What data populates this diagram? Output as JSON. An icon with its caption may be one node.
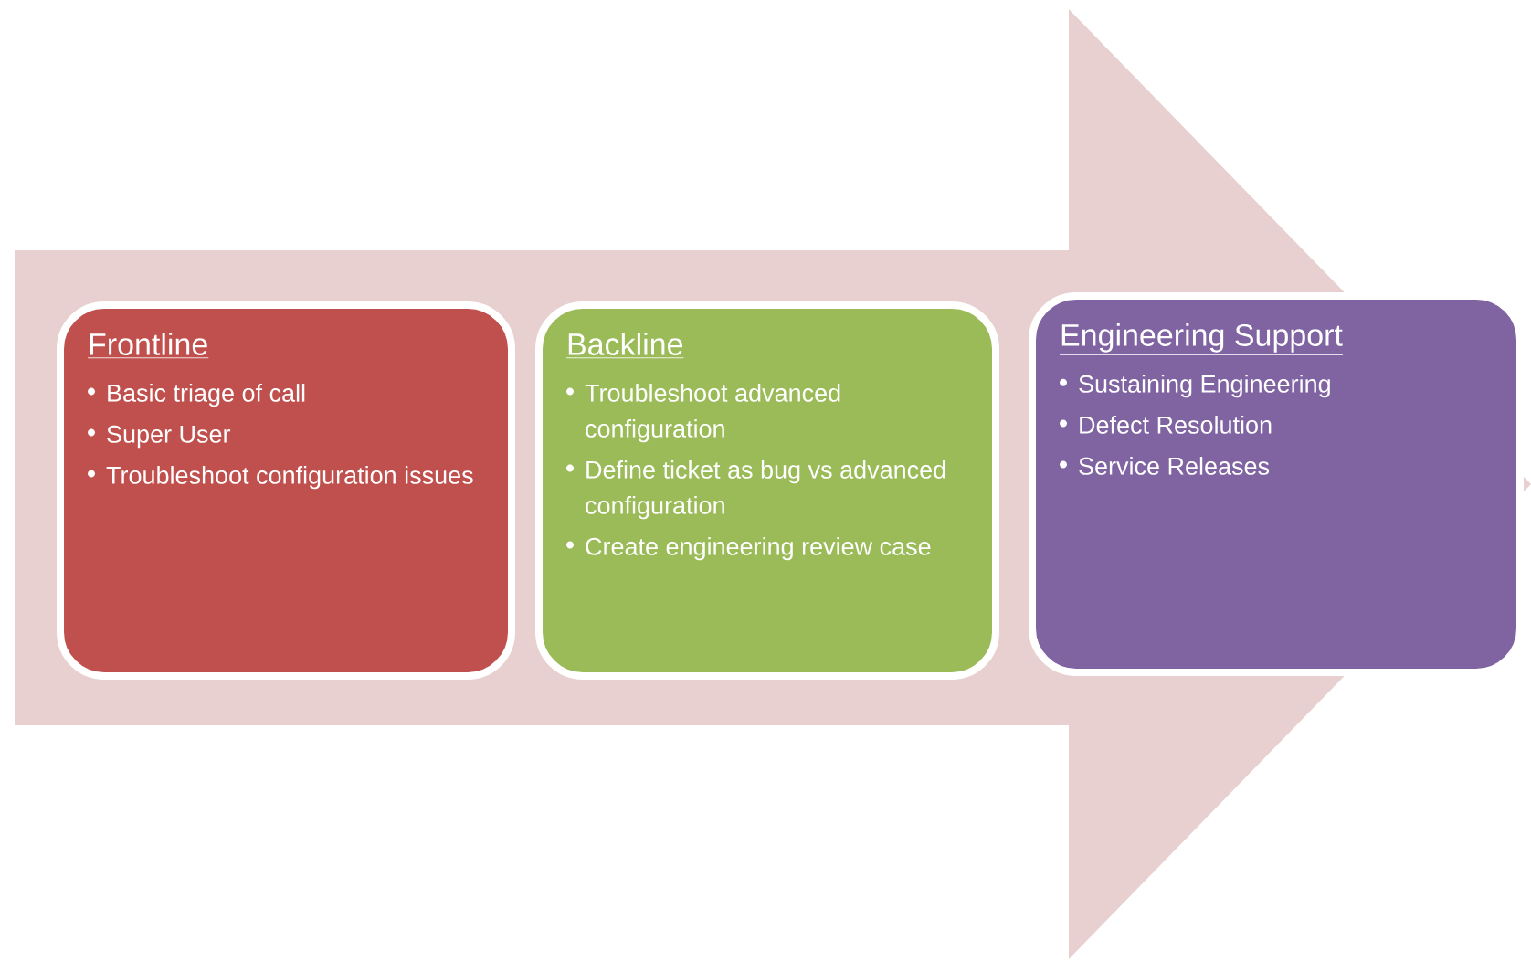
{
  "diagram": {
    "nodes": [
      {
        "text": [
          "Frontline",
          "Basic triage of call",
          "Super User",
          "Troubleshoot configuration issues"
        ]
      },
      {
        "text": [
          "Backline",
          "Troubleshoot advanced configuration",
          "Define ticket as bug vs advanced configuration",
          "Create engineering review case"
        ]
      },
      {
        "text": [
          "Engineering Support",
          "Sustaining Engineering",
          "Defect Resolution",
          "Service Releases"
        ]
      }
    ],
    "edges": [
      {
        "from": 0,
        "to": 2,
        "arrow": "to"
      }
    ]
  }
}
